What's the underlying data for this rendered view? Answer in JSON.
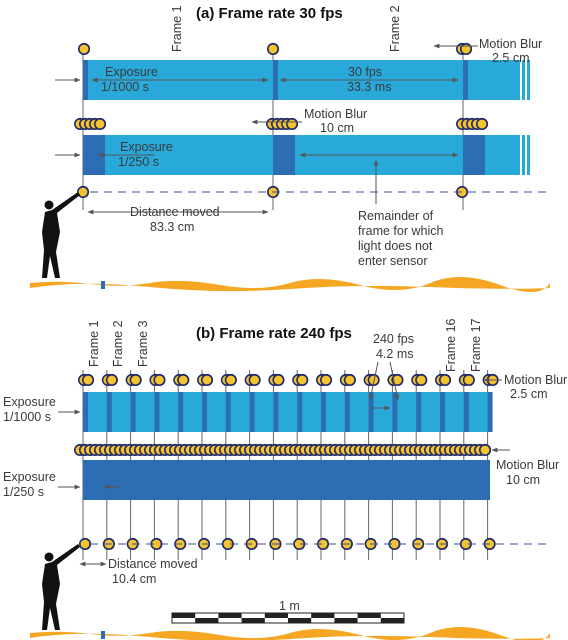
{
  "panel_a": {
    "title": "(a) Frame rate 30 fps",
    "frame_labels": [
      "Frame 1",
      "Frame 2"
    ],
    "row1": {
      "exposure_label": "Exposure",
      "exposure_value": "1/1000 s",
      "fps_label": "30 fps",
      "fps_value": "33.3 ms",
      "blur_label": "Motion Blur",
      "blur_value": "2.5 cm"
    },
    "row2": {
      "exposure_label": "Exposure",
      "exposure_value": "1/250 s",
      "blur_label": "Motion Blur",
      "blur_value": "10 cm"
    },
    "distance_label": "Distance moved",
    "distance_value": "83.3 cm",
    "remainder_lines": [
      "Remainder of",
      "frame for which",
      "light does not",
      "enter sensor"
    ]
  },
  "panel_b": {
    "title": "(b) Frame rate 240 fps",
    "frame_labels": [
      "Frame 1",
      "Frame 2",
      "Frame 3",
      "Frame 16",
      "Frame 17"
    ],
    "row1": {
      "exposure_label": "Exposure",
      "exposure_value": "1/1000 s",
      "fps_label": "240 fps",
      "fps_value": "4.2 ms",
      "blur_label": "Motion Blur",
      "blur_value": "2.5 cm"
    },
    "row2": {
      "exposure_label": "Exposure",
      "exposure_value": "1/250 s",
      "blur_label": "Motion Blur",
      "blur_value": "10 cm"
    },
    "distance_label": "Distance moved",
    "distance_value": "10.4 cm",
    "scale_label": "1 m"
  },
  "colors": {
    "light_bar": "#29a9d9",
    "dark_bar": "#2d6db3",
    "ground": "#f5a623",
    "ball_yellow": "#f4c430",
    "ball_navy": "#1f2a6b",
    "silhouette": "#111111"
  }
}
